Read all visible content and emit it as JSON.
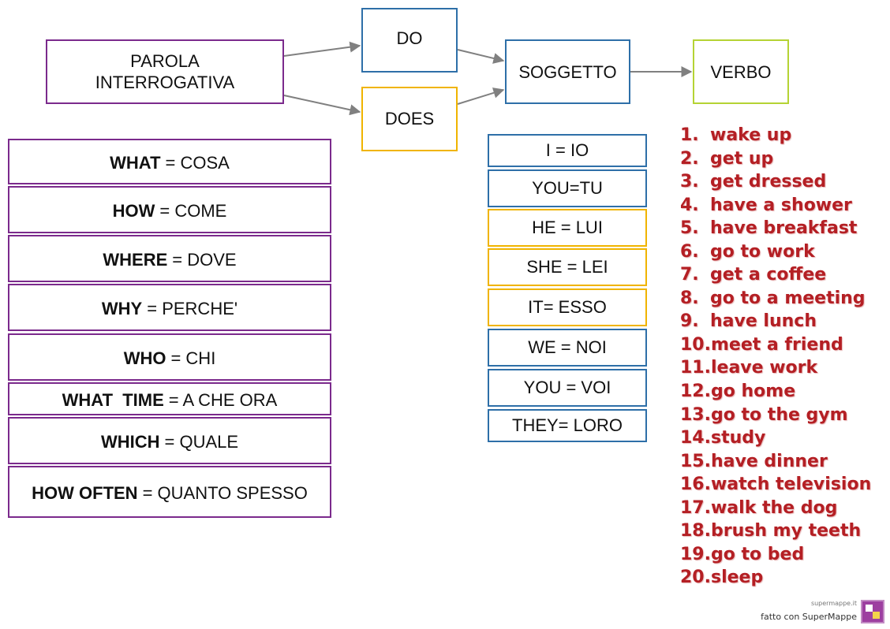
{
  "diagram": {
    "parola": "PAROLA\nINTERROGATIVA",
    "do": "DO",
    "does": "DOES",
    "soggetto": "SOGGETTO",
    "verbo": "VERBO"
  },
  "question_words": [
    {
      "word": "WHAT",
      "meaning": "= COSA"
    },
    {
      "word": "HOW",
      "meaning": "= COME"
    },
    {
      "word": "WHERE",
      "meaning": "= DOVE"
    },
    {
      "word": "WHY",
      "meaning": "= PERCHE'"
    },
    {
      "word": "WHO",
      "meaning": "= CHI"
    },
    {
      "word": "WHAT  TIME",
      "meaning": "= A CHE ORA"
    },
    {
      "word": "WHICH",
      "meaning": "= QUALE"
    },
    {
      "word": "HOW OFTEN",
      "meaning": "= QUANTO SPESSO"
    }
  ],
  "pronouns": [
    {
      "text": "I = IO",
      "color": "#2e6fa8"
    },
    {
      "text": "YOU=TU",
      "color": "#2e6fa8"
    },
    {
      "text": "HE = LUI",
      "color": "#f0b400"
    },
    {
      "text": "SHE = LEI",
      "color": "#f0b400"
    },
    {
      "text": "IT= ESSO",
      "color": "#f0b400"
    },
    {
      "text": "WE = NOI",
      "color": "#2e6fa8"
    },
    {
      "text": "YOU = VOI",
      "color": "#2e6fa8"
    },
    {
      "text": "THEY= LORO",
      "color": "#2e6fa8"
    }
  ],
  "verbs": [
    {
      "num": "1.",
      "text": "wake up"
    },
    {
      "num": "2.",
      "text": "get up"
    },
    {
      "num": "3.",
      "text": "get dressed"
    },
    {
      "num": "4.",
      "text": "have a shower"
    },
    {
      "num": "5.",
      "text": "have breakfast"
    },
    {
      "num": "6.",
      "text": "go to work"
    },
    {
      "num": "7.",
      "text": "get a coffee"
    },
    {
      "num": "8.",
      "text": "go to a meeting"
    },
    {
      "num": "9.",
      "text": "have lunch"
    },
    {
      "num": "10.",
      "text": "meet a friend"
    },
    {
      "num": "11.",
      "text": "leave work"
    },
    {
      "num": "12.",
      "text": "go home"
    },
    {
      "num": "13.",
      "text": "go to the gym"
    },
    {
      "num": "14.",
      "text": "study"
    },
    {
      "num": "15.",
      "text": "have dinner"
    },
    {
      "num": "16.",
      "text": "watch television"
    },
    {
      "num": "17.",
      "text": "walk the dog"
    },
    {
      "num": "18.",
      "text": "brush my teeth"
    },
    {
      "num": "19.",
      "text": "go to bed"
    },
    {
      "num": "20.",
      "text": "sleep"
    }
  ],
  "footer": {
    "site": "supermappe.it",
    "made_with": "fatto con SuperMappe"
  },
  "colors": {
    "purple": "#7b2a8c",
    "blue": "#2e6fa8",
    "yellow": "#f0b400",
    "lime": "#b5d334",
    "verb_red": "#b41f24",
    "arrow_gray": "#808080"
  },
  "icons": {
    "logo": "supermappe-logo-icon"
  }
}
